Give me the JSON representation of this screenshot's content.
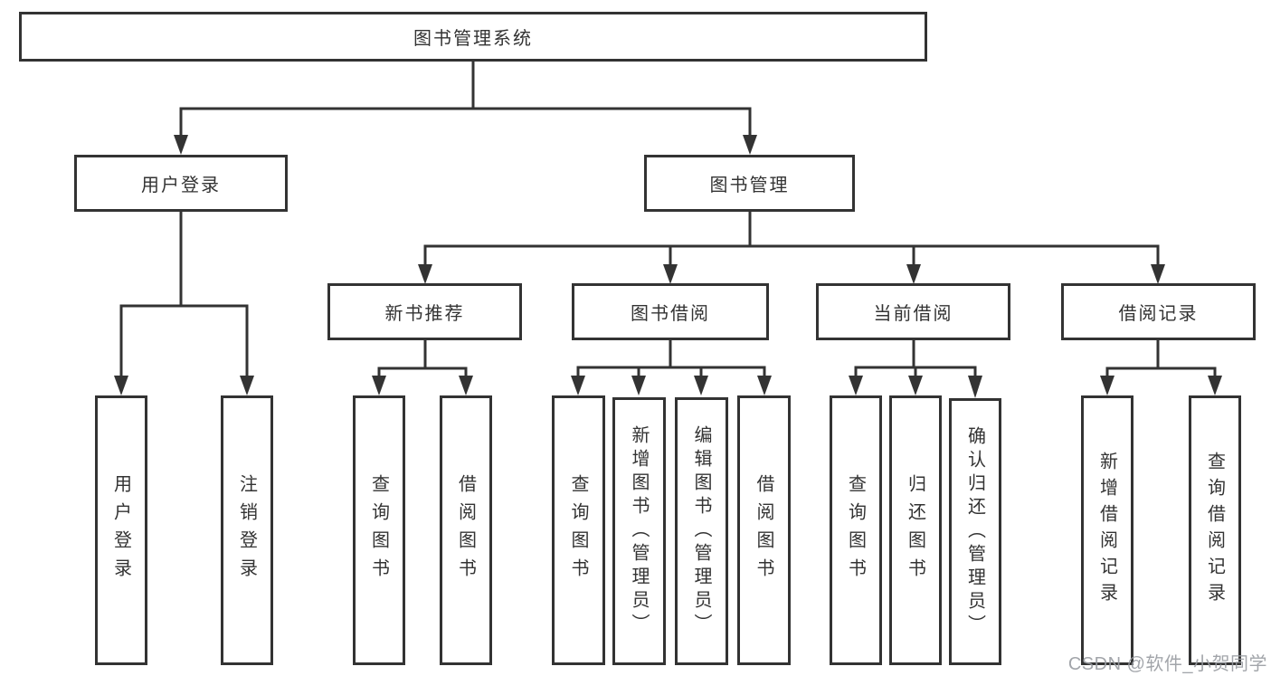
{
  "tree": {
    "root": "图书管理系统",
    "user_login": {
      "label": "用户登录",
      "children": [
        "用户登录",
        "注销登录"
      ]
    },
    "book_mgmt": {
      "label": "图书管理",
      "sections": {
        "new_books": {
          "label": "新书推荐",
          "children": [
            "查询图书",
            "借阅图书"
          ]
        },
        "borrowing": {
          "label": "图书借阅",
          "children": [
            "查询图书",
            "新增图书（管理员）",
            "编辑图书（管理员）",
            "借阅图书"
          ]
        },
        "current": {
          "label": "当前借阅",
          "children": [
            "查询图书",
            "归还图书",
            "确认归还（管理员）"
          ]
        },
        "records": {
          "label": "借阅记录",
          "children": [
            "新增借阅记录",
            "查询借阅记录"
          ]
        }
      }
    }
  },
  "watermark": "CSDN @软件_小贺同学",
  "colors": {
    "line": "#333333",
    "text": "#333333",
    "background": "#ffffff",
    "watermark": "#989ba1"
  }
}
